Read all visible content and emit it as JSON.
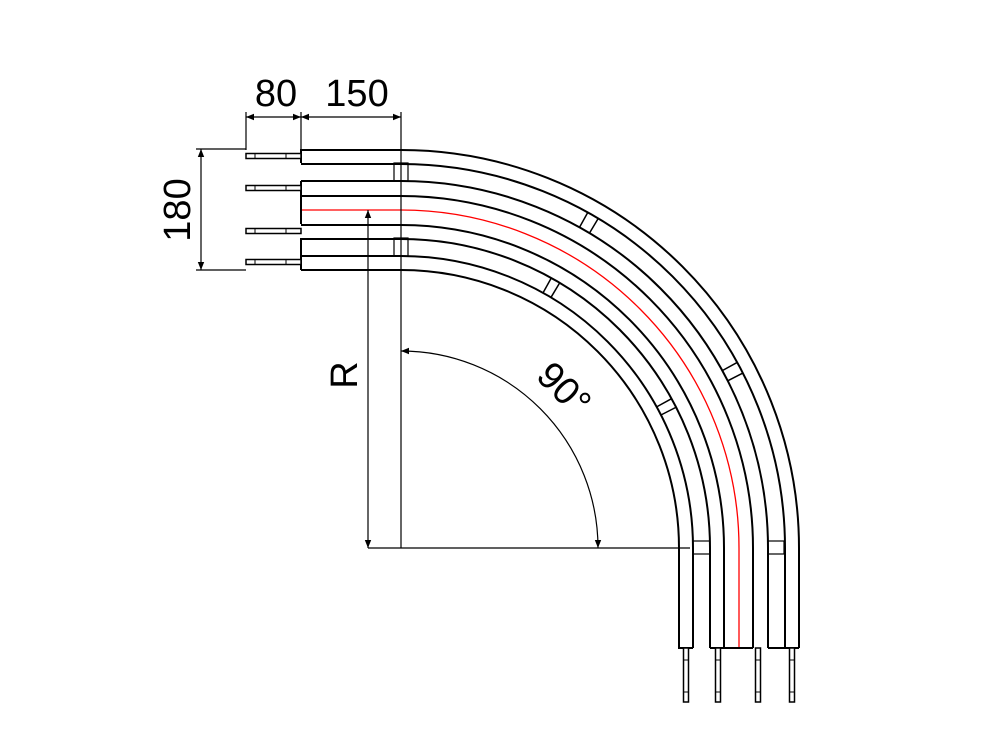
{
  "drawing": {
    "title": "90 degree horizontal busbar bend",
    "dimensions": {
      "pin_length": "80",
      "straight_length": "150",
      "total_width": "180",
      "radius": "R",
      "angle": "90°"
    },
    "colors": {
      "line": "#000000",
      "neutral_line": "#ff0000"
    }
  }
}
